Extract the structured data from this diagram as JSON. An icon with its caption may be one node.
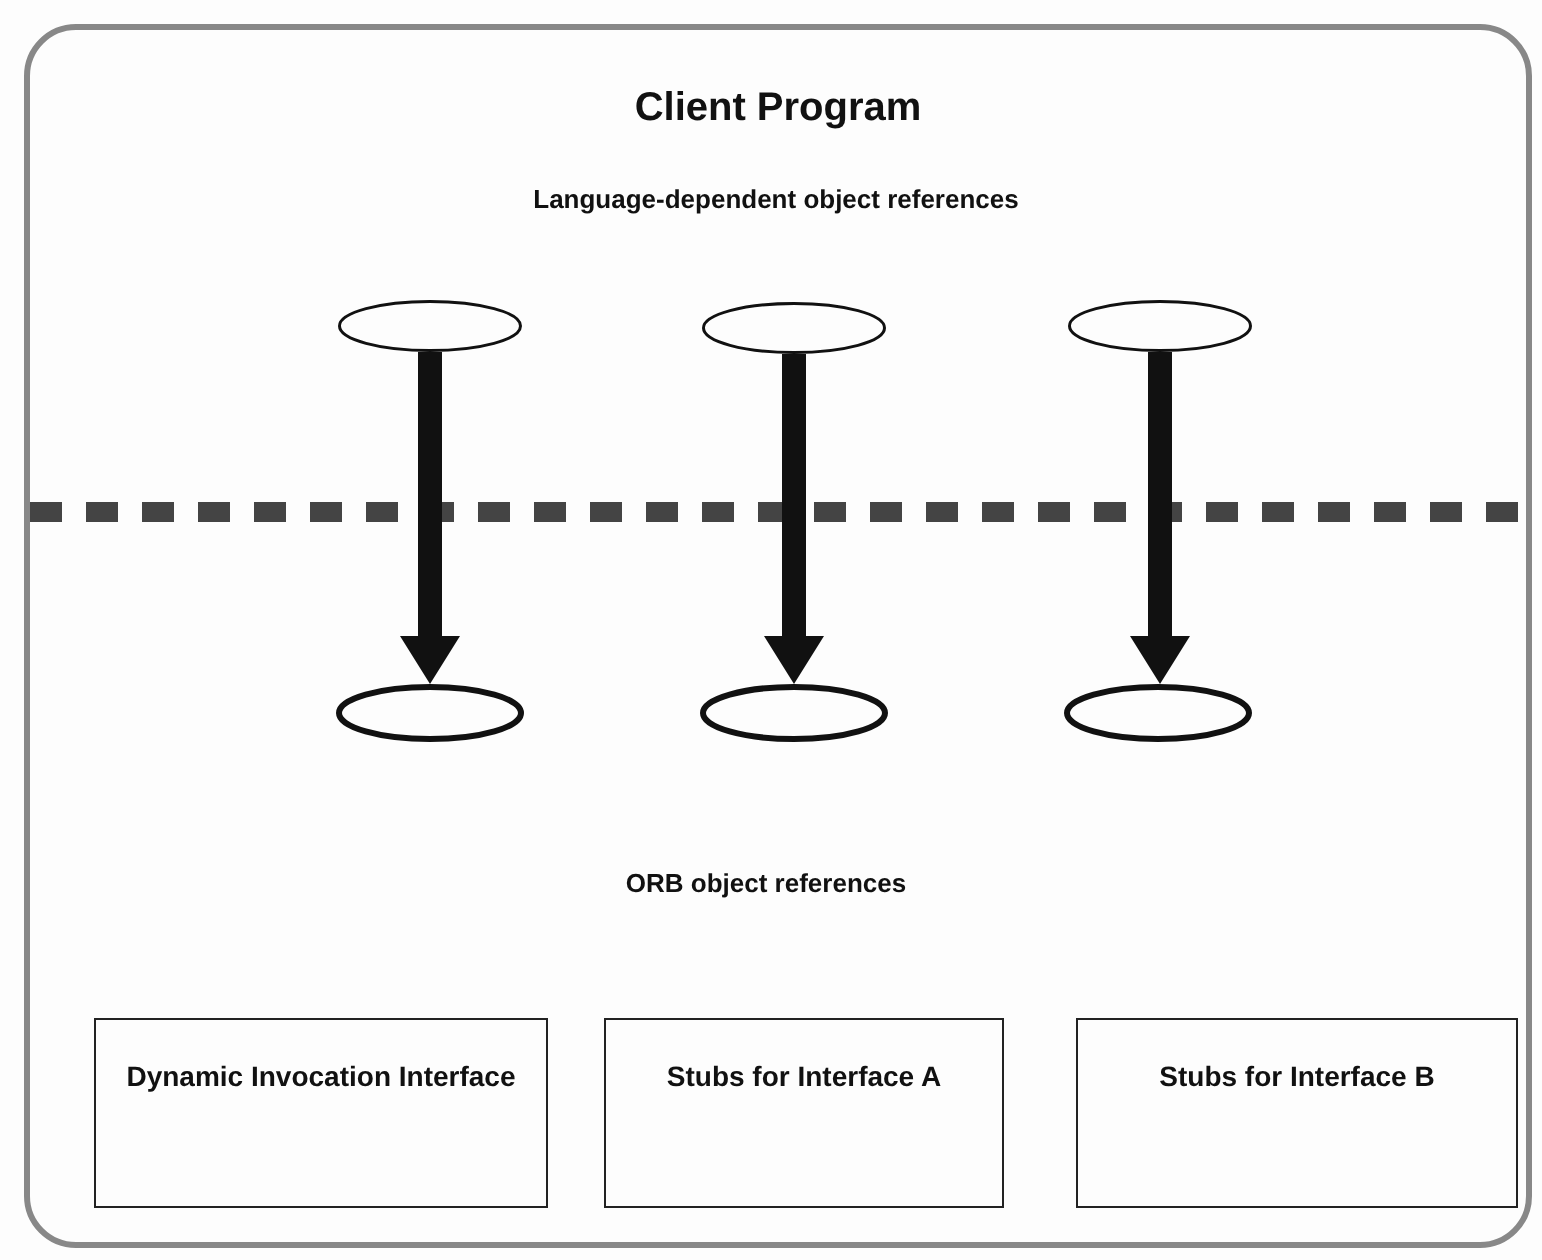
{
  "diagram": {
    "nodes": [
      {
        "text": [
          "Client Program"
        ]
      },
      {
        "text": [],
        "shape": "ellipse",
        "in": 0
      },
      {
        "text": [],
        "shape": "ellipse",
        "in": 0
      },
      {
        "text": [],
        "shape": "ellipse",
        "in": 0
      },
      {
        "text": [],
        "shape": "ellipse",
        "in": 0
      },
      {
        "text": [],
        "shape": "ellipse",
        "in": 0
      },
      {
        "text": [],
        "shape": "ellipse",
        "in": 0
      },
      {
        "text": [
          "Dynamic Invocation Interface"
        ],
        "in": 0
      },
      {
        "text": [
          "Stubs for Interface A"
        ],
        "in": 0
      },
      {
        "text": [
          "Stubs for Interface B"
        ],
        "in": 0
      }
    ],
    "edges": [
      {
        "from": 1,
        "to": 4,
        "arrow": "to"
      },
      {
        "from": 2,
        "to": 5,
        "arrow": "to"
      },
      {
        "from": 3,
        "to": 6,
        "arrow": "to"
      }
    ],
    "labels": [
      "Language-dependent object references",
      "ORB object references"
    ]
  }
}
